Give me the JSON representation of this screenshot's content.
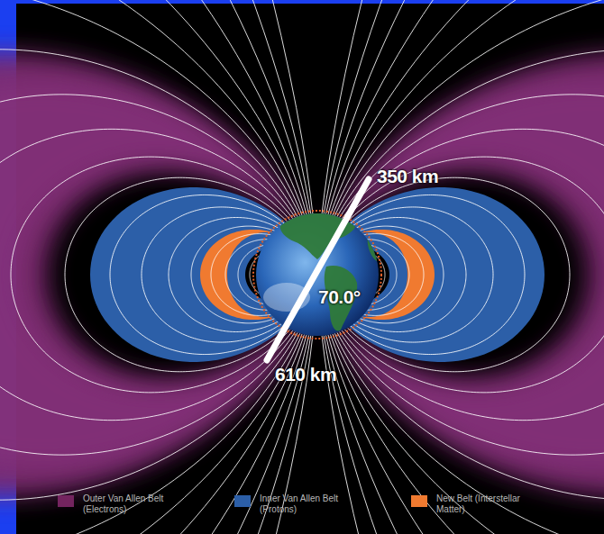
{
  "diagram": {
    "labels": [
      "350 km",
      "70.0°",
      "610 km"
    ],
    "legend": [
      {
        "text": "Outer Van Allen Belt (Electrons)",
        "color": "#74245f"
      },
      {
        "text": "Inner Van Allen Belt (Protons)",
        "color": "#2c5fa8"
      },
      {
        "text": "New Belt (Interstellar Matter)",
        "color": "#f07a30"
      }
    ]
  }
}
